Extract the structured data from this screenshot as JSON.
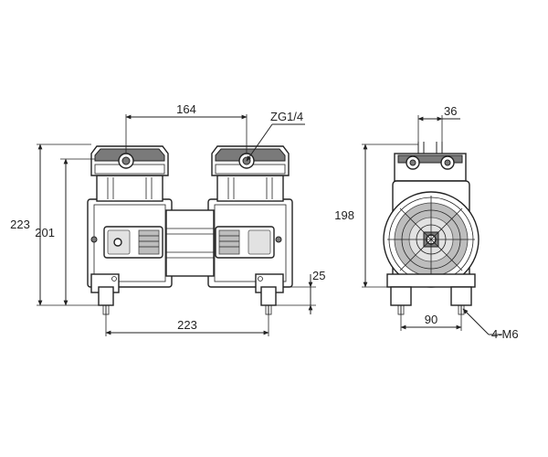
{
  "dimensions": {
    "top_width": "164",
    "port_thread": "ZG1/4",
    "side_top_width": "36",
    "height_overall": "223",
    "height_body": "201",
    "height_side": "198",
    "foot_height": "25",
    "base_width": "223",
    "side_base_width": "90",
    "mount_holes": "4-M6"
  },
  "colors": {
    "line": "#222222",
    "shade": "#bdbdbd",
    "dark": "#7a7a7a"
  }
}
